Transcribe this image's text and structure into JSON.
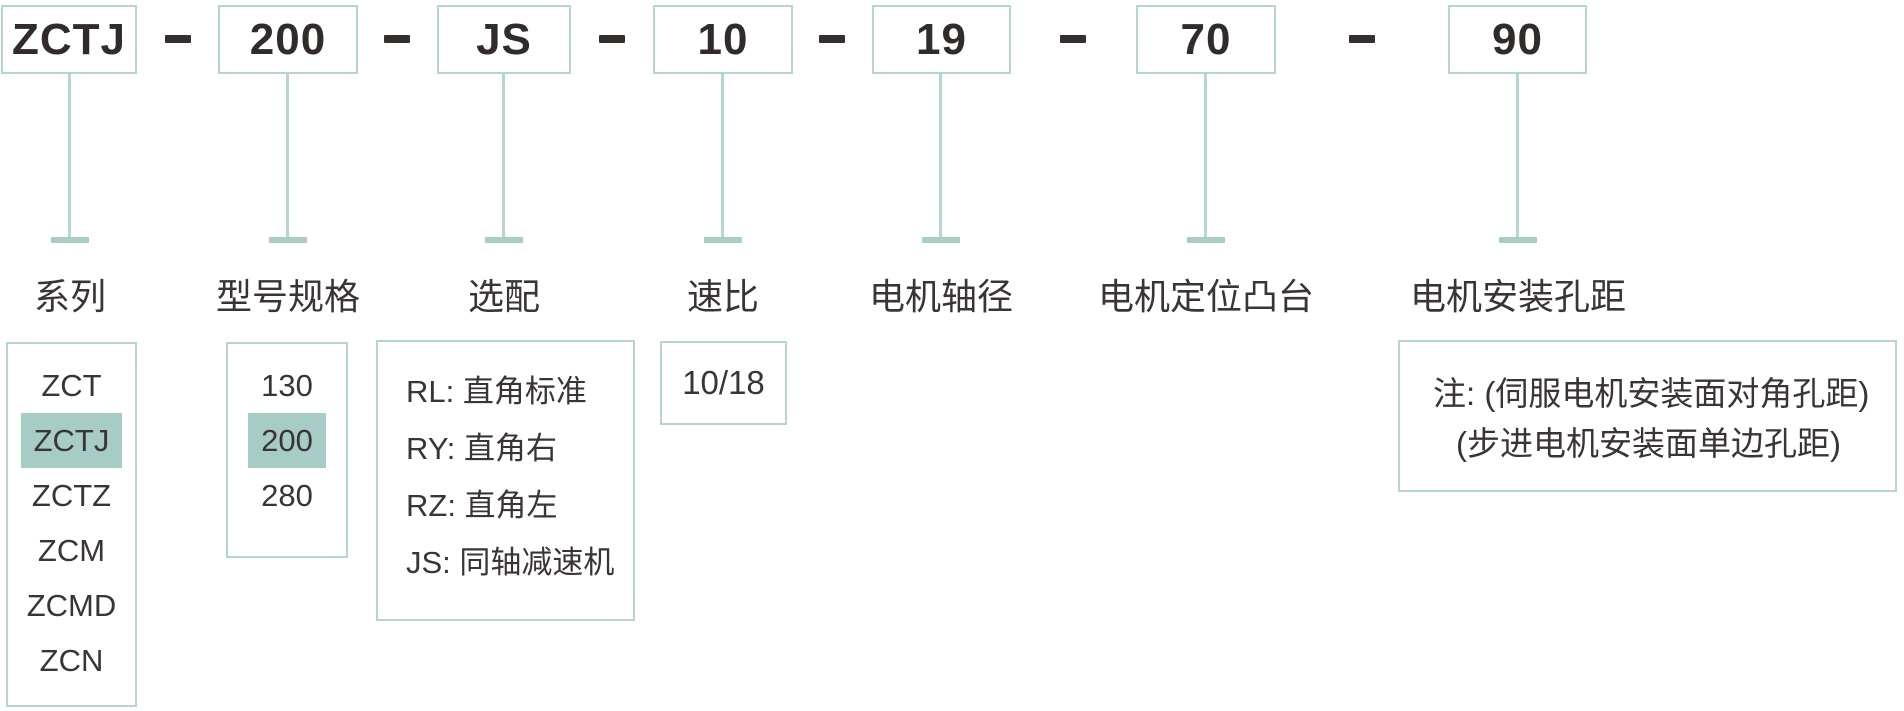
{
  "diagram": {
    "model_code": "ZCTJ-200-JS-10-19-70-90",
    "colors": {
      "border_teal": "#b5d5cf",
      "highlight_teal": "#a6ccc5",
      "dash_dark": "#35302e",
      "text_dark": "#3a3534"
    },
    "segments": [
      {
        "value": "ZCTJ",
        "label": "系列"
      },
      {
        "value": "200",
        "label": "型号规格"
      },
      {
        "value": "JS",
        "label": "选配"
      },
      {
        "value": "10",
        "label": "速比"
      },
      {
        "value": "19",
        "label": "电机轴径"
      },
      {
        "value": "70",
        "label": "电机定位凸台"
      },
      {
        "value": "90",
        "label": "电机安装孔距"
      }
    ],
    "series_options": {
      "items": [
        "ZCT",
        "ZCTJ",
        "ZCTZ",
        "ZCM",
        "ZCMD",
        "ZCN"
      ],
      "selected": "ZCTJ"
    },
    "size_options": {
      "items": [
        "130",
        "200",
        "280"
      ],
      "selected": "200"
    },
    "variant_options": {
      "items": [
        "RL: 直角标准",
        "RY: 直角右",
        "RZ: 直角左",
        "JS: 同轴减速机"
      ]
    },
    "ratio_options": {
      "items": [
        "10/18"
      ]
    },
    "mounting_note": {
      "line1": "注: (伺服电机安装面对角孔距)",
      "line2": "(步进电机安装面单边孔距)"
    }
  }
}
